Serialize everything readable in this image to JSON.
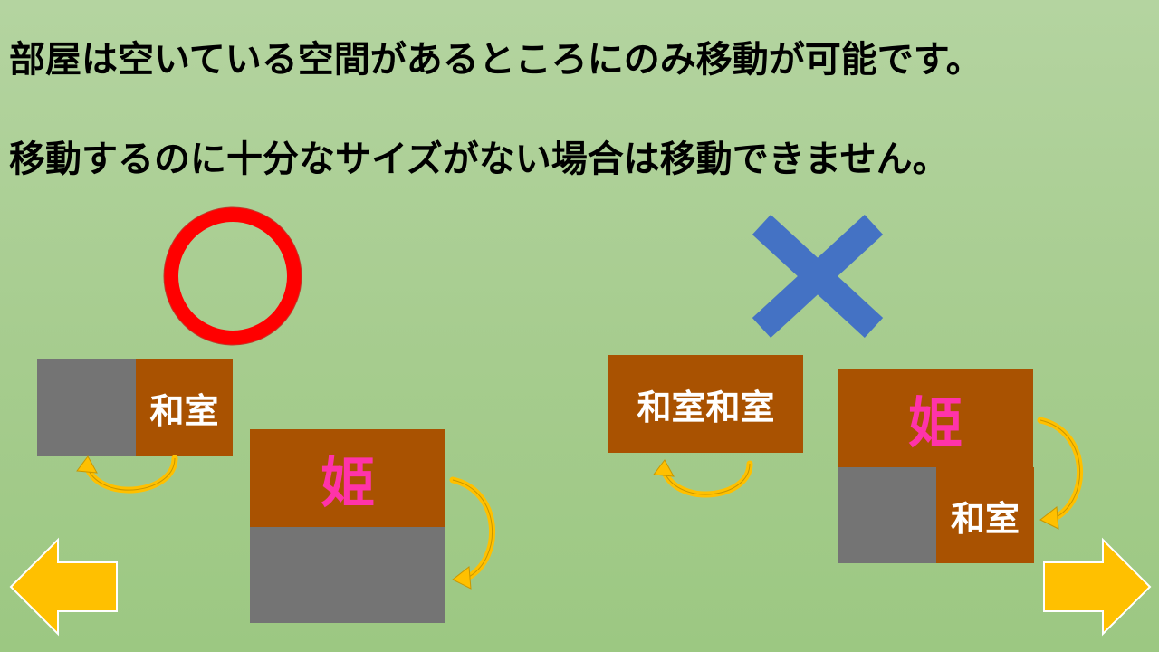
{
  "text": {
    "line1": "部屋は空いている空間があるところにのみ移動が可能です。",
    "line2": "移動するのに十分なサイズがない場合は移動できません。"
  },
  "left_example": {
    "mark": "ok-circle",
    "room_label": "和室",
    "princess_label": "姫"
  },
  "right_example": {
    "mark": "ng-cross",
    "room_label_wide": "和室和室",
    "princess_label": "姫",
    "room_label": "和室"
  },
  "nav": {
    "prev": "left-arrow",
    "next": "right-arrow"
  },
  "colors": {
    "brown": "#a95201",
    "gray": "#747474",
    "princess_pink": "#ff33aa",
    "ok_red": "#ff0000",
    "ng_blue": "#4472c4",
    "arrow_yellow": "#ffc000"
  }
}
